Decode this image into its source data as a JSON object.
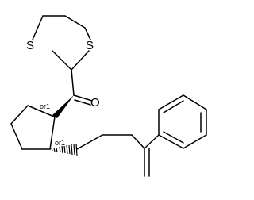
{
  "molecule": {
    "atoms": {
      "sulfur_left": "S",
      "sulfur_right": "S",
      "oxygen": "O"
    },
    "stereo_labels": {
      "upper": "or1",
      "lower": "or1"
    }
  },
  "colors": {
    "bond": "#000000",
    "background": "#ffffff"
  }
}
